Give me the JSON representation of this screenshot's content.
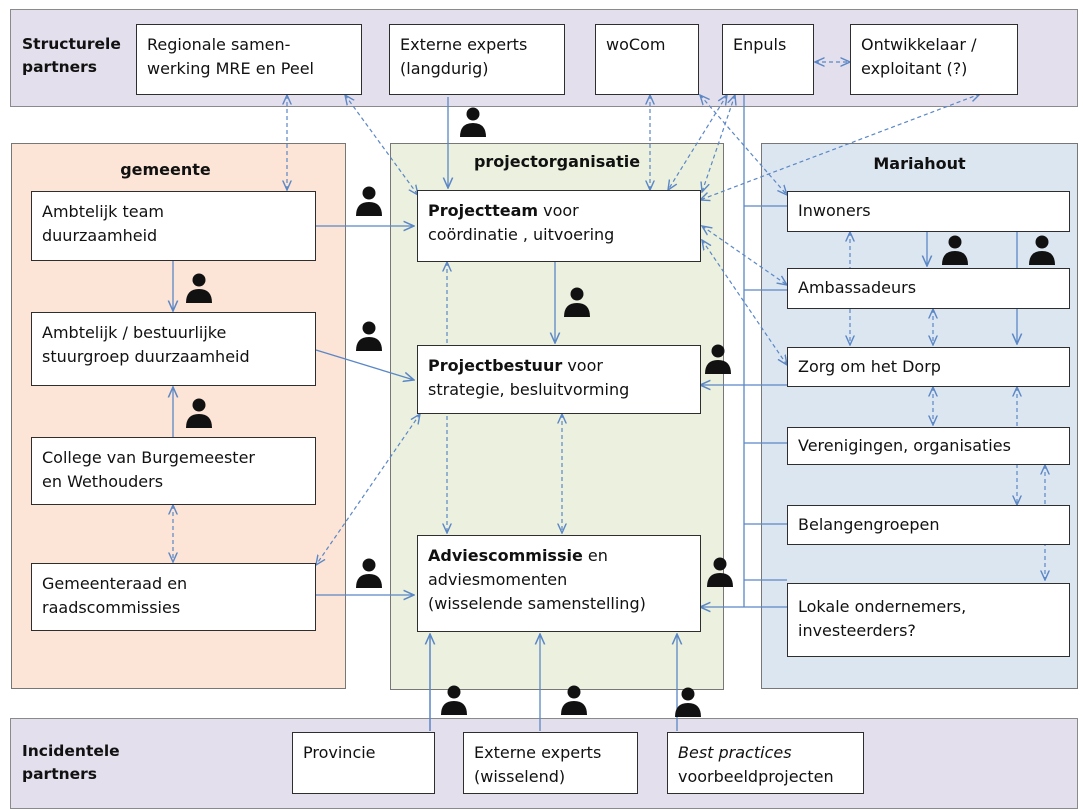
{
  "labels": {
    "structural_line1": "Structurele",
    "structural_line2": "partners",
    "incidental_line1": "Incidentele",
    "incidental_line2": "partners",
    "gemeente": "gemeente",
    "projectorganisatie": "projectorganisatie",
    "mariahout": "Mariahout"
  },
  "structural_partners": {
    "regionale_line1": "Regionale samen-",
    "regionale_line2": "werking MRE en Peel",
    "externe_line1": "Externe experts",
    "externe_line2": "(langdurig)",
    "wocom": "woCom",
    "enpuls": "Enpuls",
    "ontwikkelaar_line1": "Ontwikkelaar /",
    "ontwikkelaar_line2": "exploitant (?)"
  },
  "gemeente": {
    "ambtelijk_team_line1": "Ambtelijk team",
    "ambtelijk_team_line2": "duurzaamheid",
    "stuurgroep_line1": "Ambtelijk / bestuurlijke",
    "stuurgroep_line2": "stuurgroep duurzaamheid",
    "college_line1": "College van Burgemeester",
    "college_line2": "en Wethouders",
    "raad_line1": "Gemeenteraad en",
    "raad_line2": "raadscommissies"
  },
  "projectorganisatie": {
    "projectteam_bold": "Projectteam",
    "projectteam_rest1": " voor",
    "projectteam_line2": "coördinatie , uitvoering",
    "projectbestuur_bold": "Projectbestuur",
    "projectbestuur_rest1": " voor",
    "projectbestuur_line2": "strategie, besluitvorming",
    "advies_bold": "Adviescommissie",
    "advies_rest1": " en",
    "advies_line2": "adviesmomenten",
    "advies_line3": "(wisselende samenstelling)"
  },
  "mariahout": {
    "inwoners": "Inwoners",
    "ambassadeurs": "Ambassadeurs",
    "zorg": "Zorg om het Dorp",
    "verenigingen": "Verenigingen, organisaties",
    "belangengroepen": "Belangengroepen",
    "lokale_line1": "Lokale ondernemers,",
    "lokale_line2": "investeerders?"
  },
  "incidental_partners": {
    "provincie": "Provincie",
    "externe_line1": "Externe experts",
    "externe_line2": "(wisselend)",
    "best_italic": "Best practices",
    "best_line2": "voorbeeldprojecten"
  },
  "colors": {
    "partner_band": "#e4dfec",
    "gemeente_bg": "#fce4d6",
    "project_bg": "#ebf1de",
    "mariahout_bg": "#dce6f1",
    "arrow": "#5b87c6",
    "person": "#111111"
  }
}
